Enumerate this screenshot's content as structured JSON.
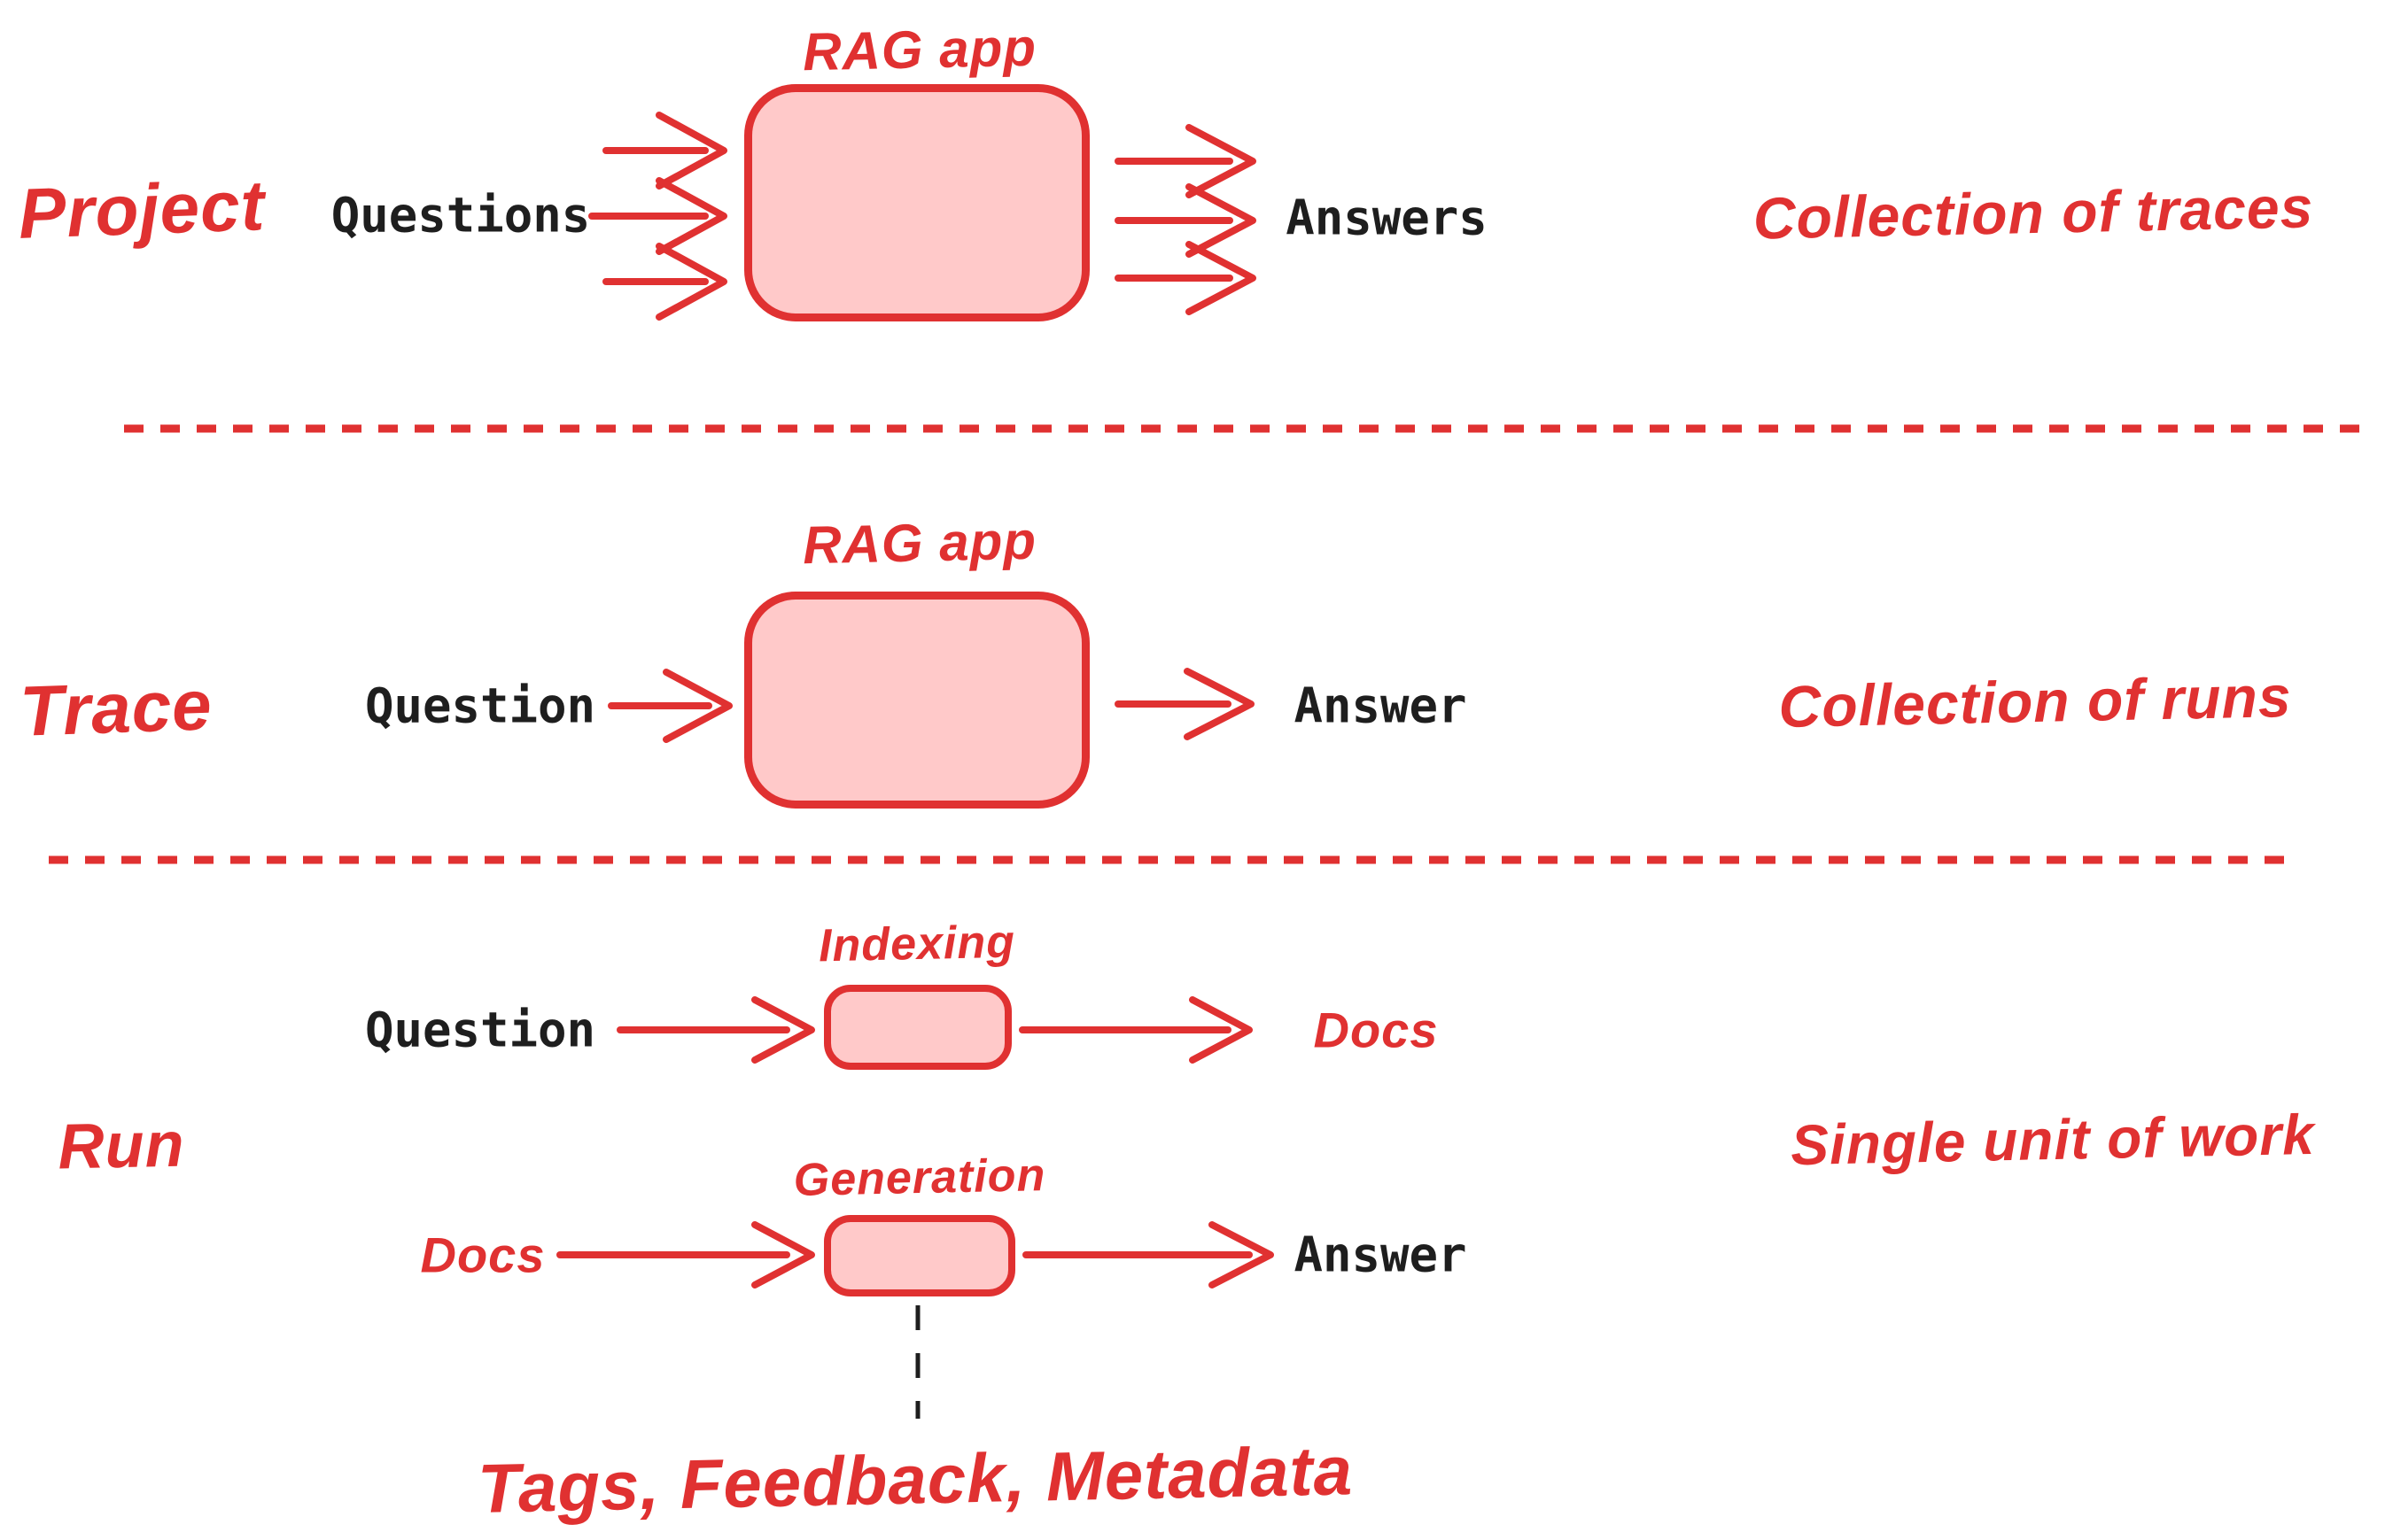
{
  "colors": {
    "accent_red": "#e03131",
    "box_fill_pink": "#ffc9c9",
    "text_ink": "#1e1e1e"
  },
  "sections": {
    "project": {
      "label": "Project",
      "input_label": "Questions",
      "box_label": "RAG app",
      "output_label": "Answers",
      "annotation": "Collection of traces"
    },
    "trace": {
      "label": "Trace",
      "input_label": "Question",
      "box_label": "RAG app",
      "output_label": "Answer",
      "annotation": "Collection of runs"
    },
    "run": {
      "label": "Run",
      "annotation": "Single unit of work",
      "indexing": {
        "box_label": "Indexing",
        "input_label": "Question",
        "output_label": "Docs"
      },
      "generation": {
        "box_label": "Generation",
        "input_label": "Docs",
        "output_label": "Answer"
      },
      "footnote": "Tags, Feedback, Metadata"
    }
  }
}
